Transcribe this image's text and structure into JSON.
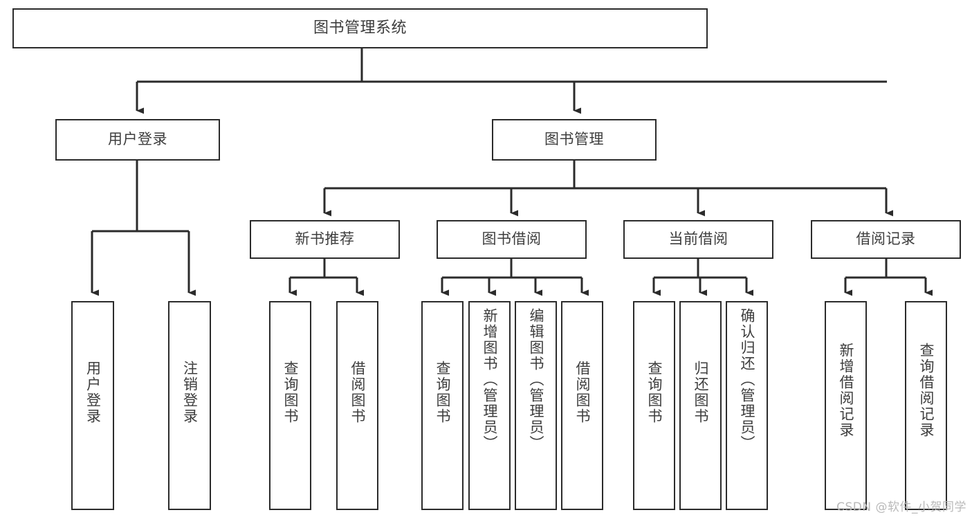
{
  "diagram": {
    "title": "图书管理系统",
    "type": "tree",
    "watermark": "CSDN @软件_小贺同学",
    "colors": {
      "stroke": "#2b2b2b",
      "text": "#3d3d3d",
      "background": "#ffffff",
      "watermark": "#b9b9b9"
    },
    "levels": {
      "root": "图书管理系统",
      "level2": [
        "用户登录",
        "图书管理"
      ],
      "level3": [
        "新书推荐",
        "图书借阅",
        "当前借阅",
        "借阅记录"
      ]
    },
    "nodes": {
      "root": {
        "label": "图书管理系统"
      },
      "user_login": {
        "label": "用户登录"
      },
      "book_manage": {
        "label": "图书管理"
      },
      "new_book_rec": {
        "label": "新书推荐"
      },
      "book_borrow": {
        "label": "图书借阅"
      },
      "current_borrow": {
        "label": "当前借阅"
      },
      "borrow_record": {
        "label": "借阅记录"
      },
      "leaf_user_login": {
        "label": "用户登录"
      },
      "leaf_user_logout": {
        "label": "注销登录"
      },
      "leaf_rec_query": {
        "label": "查询图书"
      },
      "leaf_rec_borrow": {
        "label": "借阅图书"
      },
      "leaf_borrow_query": {
        "label": "查询图书"
      },
      "leaf_borrow_add": {
        "label": "新增图书（管理员）"
      },
      "leaf_borrow_edit": {
        "label": "编辑图书（管理员）"
      },
      "leaf_borrow_do": {
        "label": "借阅图书"
      },
      "leaf_cur_query": {
        "label": "查询图书"
      },
      "leaf_cur_return": {
        "label": "归还图书"
      },
      "leaf_cur_confirm": {
        "label": "确认归还（管理员）"
      },
      "leaf_rec_add": {
        "label": "新增借阅记录"
      },
      "leaf_rec_search": {
        "label": "查询借阅记录"
      }
    }
  }
}
